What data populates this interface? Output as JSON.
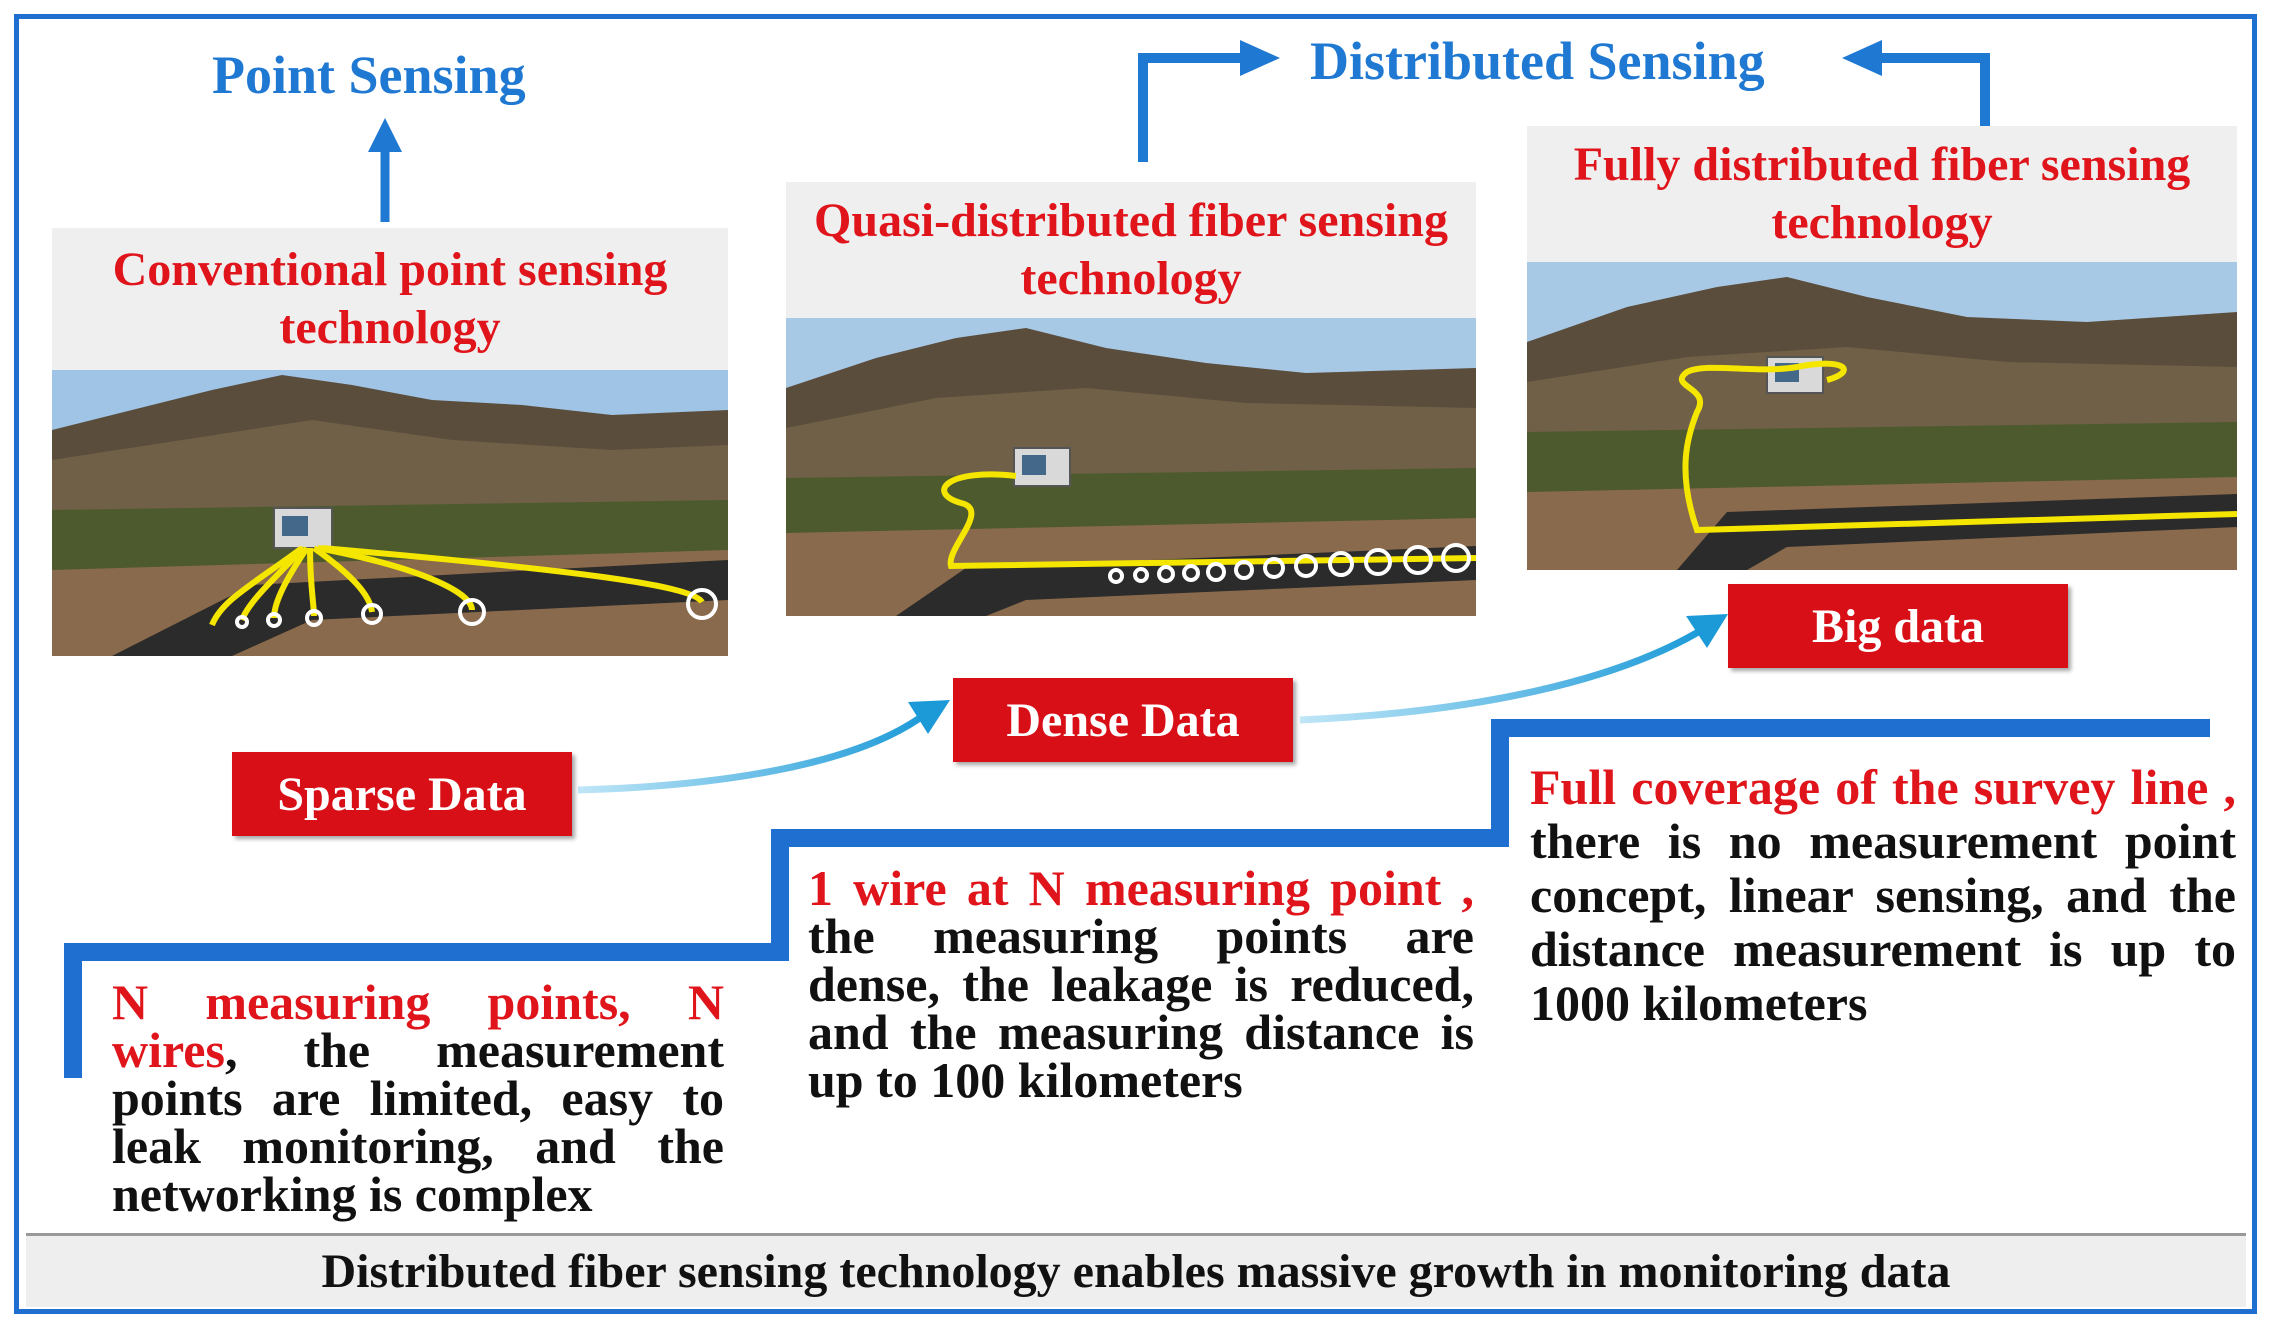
{
  "titles": {
    "point_sensing": "Point Sensing",
    "distributed_sensing": "Distributed Sensing"
  },
  "panels": [
    {
      "label": "Conventional point sensing technology",
      "data_label": "Sparse Data",
      "description_red": "N measuring points, N wires",
      "description_black": ", the measurement points are limited, easy to leak monitoring, and the networking is complex"
    },
    {
      "label": "Quasi-distributed fiber sensing technology",
      "data_label": "Dense Data",
      "description_red": "1 wire at N measuring point ,",
      "description_black": " the measuring points are dense, the leakage is reduced, and the measuring distance is up to 100 kilometers"
    },
    {
      "label": "Fully distributed fiber sensing technology",
      "data_label": "Big data",
      "description_red": "Full coverage of the survey line ,",
      "description_black": " there is no measurement point concept, linear sensing, and the distance measurement is up to 1000 kilometers"
    }
  ],
  "footer": "Distributed fiber sensing technology enables massive growth in monitoring data",
  "colors": {
    "accent_blue": "#1f78d1",
    "accent_red": "#d90f17",
    "fiber_yellow": "#f5e600"
  }
}
